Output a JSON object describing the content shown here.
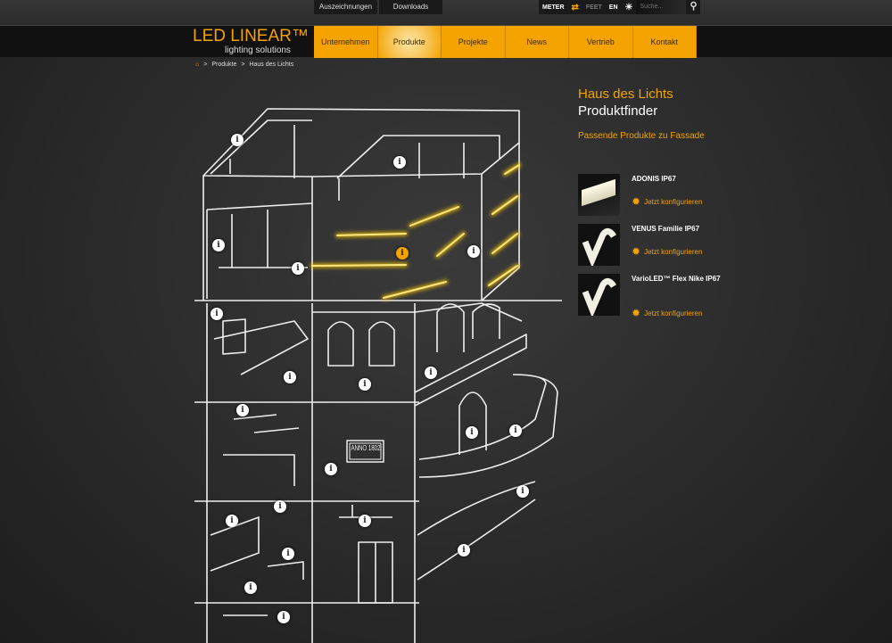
{
  "top_links": [
    "Auszeichnungen",
    "Downloads"
  ],
  "units": {
    "meter": "METER",
    "feet": "FEET"
  },
  "language": "EN",
  "search": {
    "placeholder": "Suche..."
  },
  "logo": {
    "line1": "LED LINEAR™",
    "line2": "lighting solutions"
  },
  "nav": [
    {
      "label": "Unternehmen"
    },
    {
      "label": "Produkte",
      "active": true
    },
    {
      "label": "Projekte"
    },
    {
      "label": "News"
    },
    {
      "label": "Vertrieb"
    },
    {
      "label": "Kontakt"
    }
  ],
  "breadcrumb": [
    "Produkte",
    "Haus des Lichts"
  ],
  "sidebar": {
    "title": "Haus des Lichts",
    "subtitle": "Produktfinder",
    "section": "Passende Produkte zu Fassade",
    "products": [
      {
        "name": "ADONIS IP67",
        "action": "Jetzt konfigurieren"
      },
      {
        "name": "VENUS Familie IP67",
        "action": "Jetzt konfigurieren"
      },
      {
        "name": "VarioLED™ Flex Nike IP67",
        "action": "Jetzt konfigurieren"
      }
    ]
  },
  "house": {
    "sign": "ANNO 1802",
    "hotspot_label": "i"
  },
  "colors": {
    "accent": "#f5a300"
  }
}
